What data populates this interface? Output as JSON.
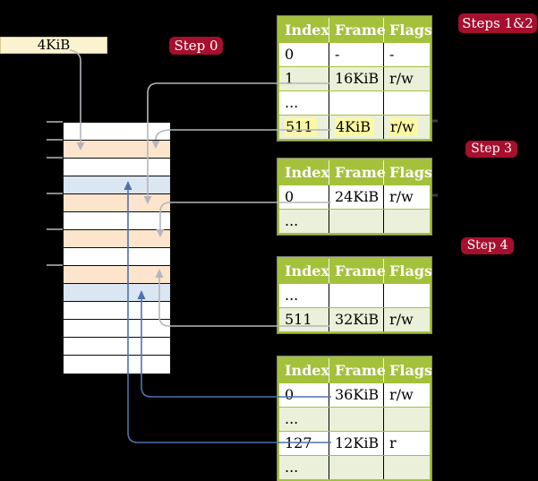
{
  "frame_box": {
    "label": "4KiB"
  },
  "steps": [
    {
      "id": "step-0",
      "label": "Step 0"
    },
    {
      "id": "steps-1-2",
      "label": "Steps 1&2"
    },
    {
      "id": "step-3",
      "label": "Step 3"
    },
    {
      "id": "step-4",
      "label": "Step 4"
    }
  ],
  "table_headers": [
    "Index",
    "Frame",
    "Flags"
  ],
  "tables": [
    {
      "name": "page-table-steps-1-2",
      "rows": [
        {
          "cells": [
            "0",
            "-",
            "-"
          ],
          "shade": false,
          "highlight": false
        },
        {
          "cells": [
            "1",
            "16KiB",
            "r/w"
          ],
          "shade": true,
          "highlight": false
        },
        {
          "cells": [
            "...",
            "",
            ""
          ],
          "shade": false,
          "highlight": false
        },
        {
          "cells": [
            "511",
            "4KiB",
            "r/w"
          ],
          "shade": true,
          "highlight": true
        }
      ]
    },
    {
      "name": "page-table-step-3",
      "rows": [
        {
          "cells": [
            "0",
            "24KiB",
            "r/w"
          ],
          "shade": false,
          "highlight": false
        },
        {
          "cells": [
            "...",
            "",
            ""
          ],
          "shade": true,
          "highlight": false
        }
      ]
    },
    {
      "name": "page-table-step-4",
      "rows": [
        {
          "cells": [
            "...",
            "",
            ""
          ],
          "shade": false,
          "highlight": false
        },
        {
          "cells": [
            "511",
            "32KiB",
            "r/w"
          ],
          "shade": true,
          "highlight": false
        }
      ]
    },
    {
      "name": "page-table-final",
      "rows": [
        {
          "cells": [
            "0",
            "36KiB",
            "r/w"
          ],
          "shade": false,
          "highlight": false
        },
        {
          "cells": [
            "...",
            "",
            ""
          ],
          "shade": true,
          "highlight": false
        },
        {
          "cells": [
            "127",
            "12KiB",
            "r"
          ],
          "shade": false,
          "highlight": false
        },
        {
          "cells": [
            "...",
            "",
            ""
          ],
          "shade": true,
          "highlight": false
        }
      ]
    }
  ],
  "memory": {
    "rows": [
      "white",
      "peach",
      "white",
      "blue",
      "peach",
      "white",
      "peach",
      "white",
      "peach",
      "blue",
      "white",
      "white",
      "white",
      "white"
    ]
  },
  "colors": {
    "page_bg": "#000000",
    "table_green": "#a4c13b",
    "row_green": "#eaf0d9",
    "crimson": "#a60f2d",
    "cream": "#fbf2cf",
    "highlight_yellow": "#fdf9a3",
    "peach": "#fce5cc",
    "blue_row": "#dbe6f3",
    "arrow_gray": "#b5b5bd",
    "arrow_blue": "#4e73aa"
  }
}
